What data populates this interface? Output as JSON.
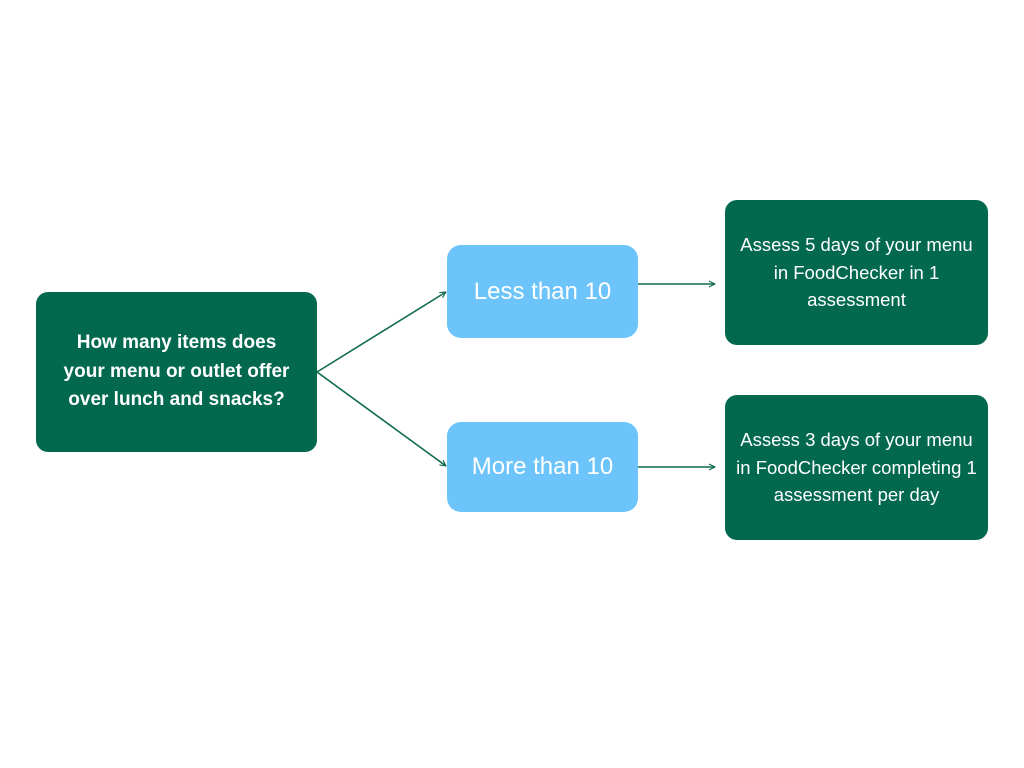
{
  "diagram": {
    "question": "How many items does your menu or outlet offer over lunch and snacks?",
    "branches": [
      {
        "label": "Less than 10",
        "outcome": "Assess 5 days of your menu in FoodChecker in 1 assessment"
      },
      {
        "label": "More than 10",
        "outcome": "Assess 3 days of your menu in FoodChecker completing 1 assessment per day"
      }
    ]
  },
  "colors": {
    "dark_green": "#02694f",
    "light_blue": "#6cc4fb",
    "connector": "#0f6a4f",
    "text_on_node": "#ffffff"
  }
}
